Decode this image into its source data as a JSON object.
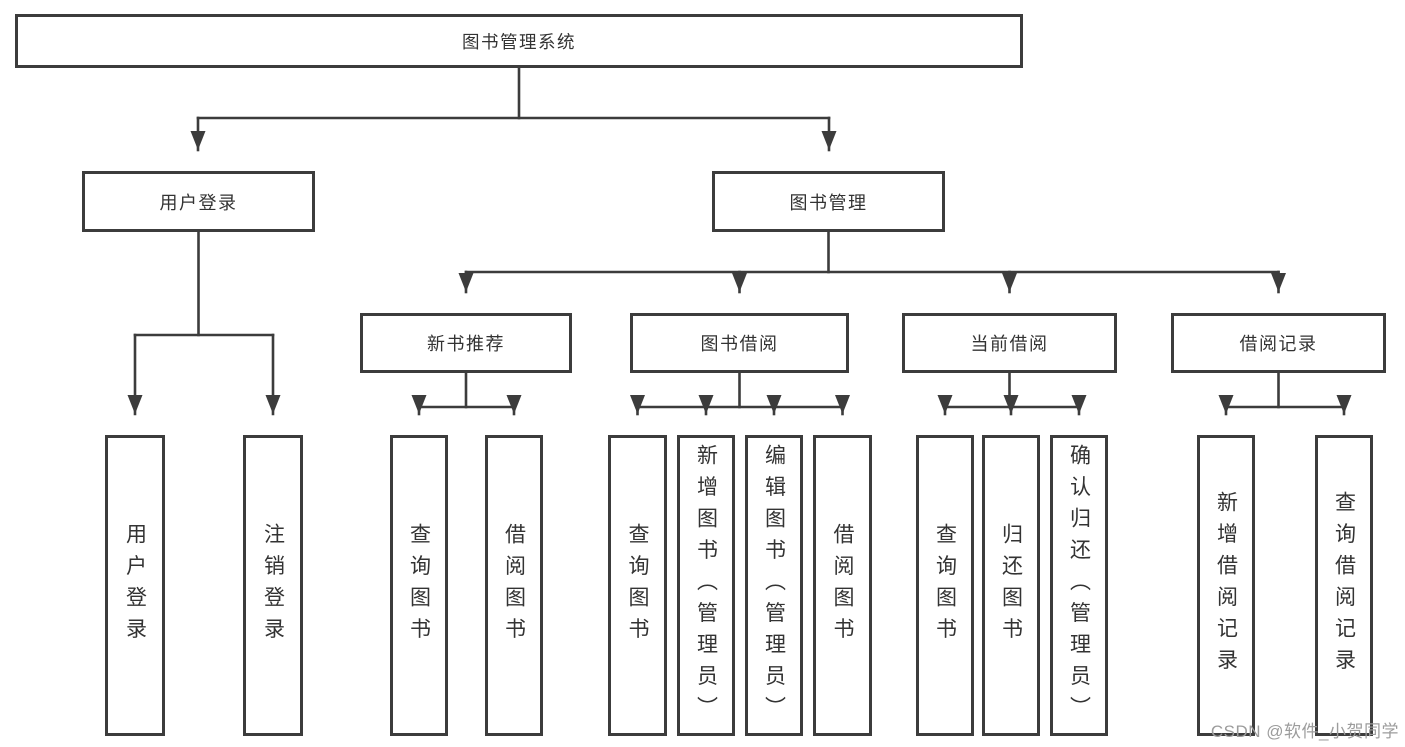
{
  "diagram_title": "图书管理系统",
  "watermark": "CSDN @软件_小贺同学",
  "nodes": {
    "root": "图书管理系统",
    "user_login": "用户登录",
    "book_mgmt": "图书管理",
    "new_book_rec": "新书推荐",
    "book_borrow": "图书借阅",
    "current_borrow": "当前借阅",
    "borrow_records": "借阅记录",
    "ul_user_login": "用户登录",
    "ul_logout": "注销登录",
    "nbr_query_books": "查询图书",
    "nbr_borrow_books": "借阅图书",
    "bb_query_books": "查询图书",
    "bb_add_books": "新增图书（管理员）",
    "bb_edit_books": "编辑图书（管理员）",
    "bb_borrow_books": "借阅图书",
    "cb_query_books": "查询图书",
    "cb_return_books": "归还图书",
    "cb_confirm_return": "确认归还（管理员）",
    "br_add_record": "新增借阅记录",
    "br_query_record": "查询借阅记录"
  },
  "hierarchy": {
    "图书管理系统": {
      "用户登录": [
        "用户登录",
        "注销登录"
      ],
      "图书管理": {
        "新书推荐": [
          "查询图书",
          "借阅图书"
        ],
        "图书借阅": [
          "查询图书",
          "新增图书（管理员）",
          "编辑图书（管理员）",
          "借阅图书"
        ],
        "当前借阅": [
          "查询图书",
          "归还图书",
          "确认归还（管理员）"
        ],
        "借阅记录": [
          "新增借阅记录",
          "查询借阅记录"
        ]
      }
    }
  },
  "colors": {
    "line": "#3c3c3c",
    "text": "#333333",
    "background": "#ffffff",
    "watermark": "#9c9c9c"
  }
}
